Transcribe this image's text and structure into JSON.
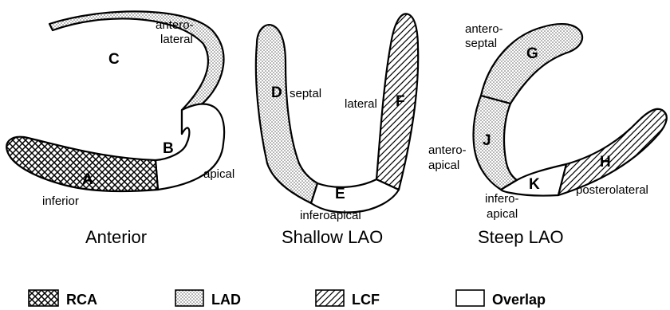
{
  "views": {
    "anterior": {
      "title": "Anterior",
      "segments": {
        "A": "A",
        "B": "B",
        "C": "C"
      },
      "labels": {
        "anterolateral_1": "antero-",
        "anterolateral_2": "lateral",
        "apical": "apical",
        "inferior": "inferior"
      }
    },
    "shallow_lao": {
      "title": "Shallow LAO",
      "segments": {
        "D": "D",
        "E": "E",
        "F": "F"
      },
      "labels": {
        "septal": "septal",
        "lateral": "lateral",
        "inferoapical": "inferoapical"
      }
    },
    "steep_lao": {
      "title": "Steep LAO",
      "segments": {
        "G": "G",
        "H": "H",
        "J": "J",
        "K": "K"
      },
      "labels": {
        "anteroseptal_1": "antero-",
        "anteroseptal_2": "septal",
        "anteroapical_1": "antero-",
        "anteroapical_2": "apical",
        "inferoapical_1": "infero-",
        "inferoapical_2": "apical",
        "posterolateral": "posterolateral"
      }
    }
  },
  "legend": [
    {
      "label": "RCA",
      "pattern": "crosshatch"
    },
    {
      "label": "LAD",
      "pattern": "dots"
    },
    {
      "label": "LCF",
      "pattern": "diagonal-lines"
    },
    {
      "label": "Overlap",
      "pattern": "none"
    }
  ]
}
